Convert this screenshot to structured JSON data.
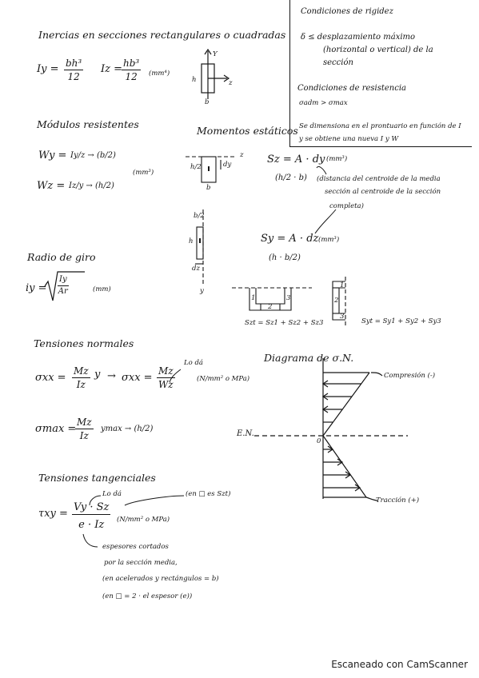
{
  "inercias": {
    "title": "Inercias en secciones rectangulares o cuadradas",
    "iy_lhs": "Iy =",
    "iy_num": "bh³",
    "iy_den": "12",
    "iz_lhs": "Iz =",
    "iz_num": "hb³",
    "iz_den": "12",
    "unit": "(mm⁴)",
    "fig_y": "Y",
    "fig_z": "z",
    "fig_h": "h",
    "fig_b": "b"
  },
  "rigidez_box": {
    "title": "Condiciones de rigidez",
    "line1": "δ ≤ desplazamiento máximo",
    "line2": "(horizontal o vertical) de la",
    "line3": "sección",
    "resist_title": "Condiciones de resistencia",
    "resist_rel": "σadm > σmax",
    "note1": "Se dimensiona en el prontuario en función de I",
    "note2": "y se obtiene una nueva I y W"
  },
  "modulos": {
    "title": "Módulos resistentes",
    "wy_lhs": "Wy =",
    "wy_rhs": "Iy/z → (b/2)",
    "wz_lhs": "Wz =",
    "wz_rhs": "Iz/y → (h/2)",
    "unit": "(mm³)"
  },
  "momentos": {
    "title": "Momentos estáticos",
    "sz_formula": "Sz = A · dy",
    "sz_unit": "(mm³)",
    "sz_paren": "(h/2 · b)",
    "note1": "(distancia del centroide de la media",
    "note2": "sección al centroide de la sección",
    "note3": "completa)",
    "sy_formula": "Sy = A · dz",
    "sy_unit": "(mm³)",
    "sy_paren": "(h · b/2)",
    "fig1_z": "z",
    "fig1_h2": "h/2",
    "fig1_dy": "dy",
    "fig1_b": "b",
    "fig2_b2": "b/2",
    "fig2_h": "h",
    "fig2_dz": "dz",
    "fig2_y": "y",
    "szt": "Szt = Sz1 + Sz2 + Sz3",
    "syt": "Syt = Sy1 + Sy2 + Sy3",
    "c_labels": [
      "1",
      "2",
      "3"
    ],
    "u_labels": [
      "1",
      "2",
      "3"
    ]
  },
  "radio": {
    "title": "Radio de giro",
    "lhs": "iy =",
    "rad_num": "Iy",
    "rad_den": "Ar",
    "unit": "(mm)"
  },
  "tensiones_normales": {
    "title": "Tensiones normales",
    "f1_lhs": "σxx =",
    "f1_num": "Mz",
    "f1_mid": "y",
    "f1_den": "Iz",
    "f1_arrow": "→",
    "f1b_lhs": "σxx =",
    "f1b_num": "Mz",
    "f1b_den": "Wz",
    "note": "Lo dá",
    "unit": "(N/mm² o MPa)",
    "f2_lhs": "σmax =",
    "f2_num": "Mz",
    "f2_den": "Iz",
    "f2_rhs": "ymax → (h/2)"
  },
  "diagrama": {
    "title": "Diagrama de σ.N.",
    "compresion": "Compresión (-)",
    "traccion": "Tracción (+)",
    "en": "E.N.",
    "zero": "0"
  },
  "tensiones_tangenciales": {
    "title": "Tensiones tangenciales",
    "lhs": "τxy =",
    "num": "Vy · Sz",
    "den": "e · Iz",
    "note_lo_da": "Lo dá",
    "note_en": "(en □ es Szt)",
    "unit": "(N/mm² o MPa)",
    "line1": "espesores cortados",
    "line2": "por la sección media,",
    "line3": "(en acelerados y rectángulos = b)",
    "line4": "(en □ = 2 · el espesor (e))"
  },
  "footer": {
    "text": "Escaneado con CamScanner"
  }
}
